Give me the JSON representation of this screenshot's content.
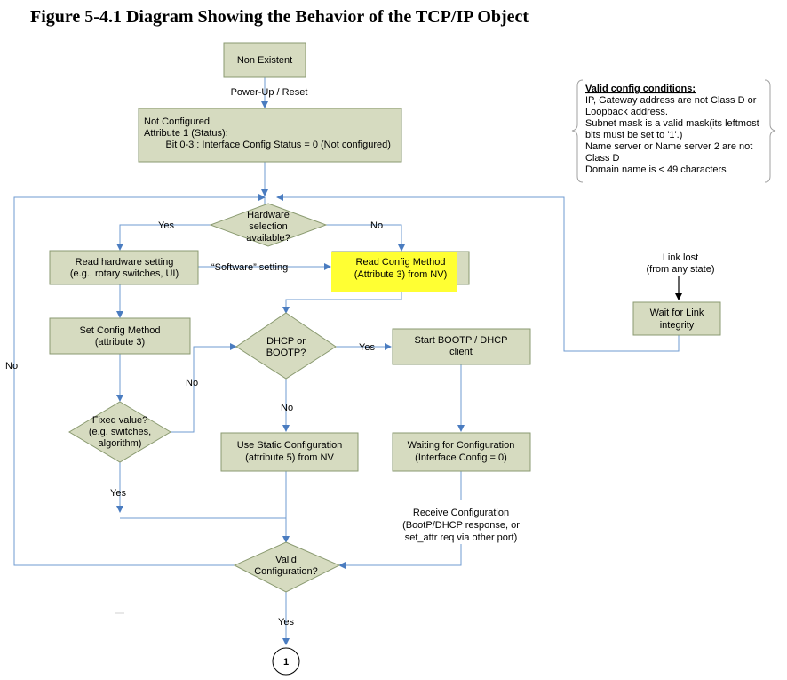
{
  "title": "Figure 5-4.1 Diagram Showing the Behavior of the TCP/IP Object",
  "nodes": {
    "non_existent": [
      "Non Existent"
    ],
    "not_configured": [
      "Not Configured",
      "Attribute 1 (Status):",
      "        Bit 0-3 : Interface Config Status = 0 (Not configured)"
    ],
    "hw_selection": [
      "Hardware",
      "selection",
      "available?"
    ],
    "read_hw": [
      "Read hardware setting",
      "(e.g., rotary switches, UI)"
    ],
    "read_config": [
      "Read Config Method",
      "(Attribute 3) from NV)"
    ],
    "set_config": [
      "Set Config Method",
      "(attribute 3)"
    ],
    "dhcp_bootp": [
      "DHCP or",
      "BOOTP?"
    ],
    "start_bootp": [
      "Start BOOTP / DHCP",
      "client"
    ],
    "fixed_value": [
      "Fixed value?",
      "(e.g. switches,",
      "algorithm)"
    ],
    "static_config": [
      "Use Static Configuration",
      "(attribute 5) from NV"
    ],
    "waiting_config": [
      "Waiting for Configuration",
      "(Interface Config = 0)"
    ],
    "valid_config": [
      "Valid",
      "Configuration?"
    ],
    "wait_link": [
      "Wait for Link",
      "integrity"
    ],
    "connector": [
      "1"
    ]
  },
  "labels": {
    "power_up": "Power-Up / Reset",
    "yes_hw": "Yes",
    "no_hw": "No",
    "software_setting": "“Software” setting",
    "yes_dhcp": "Yes",
    "no_dhcp": "No",
    "no_fixed": "No",
    "yes_fixed": "Yes",
    "no_left": "No",
    "yes_valid": "Yes",
    "link_lost": [
      "Link lost",
      "(from any state)"
    ],
    "receive_config": [
      "Receive Configuration",
      "(BootP/DHCP response, or",
      "set_attr req via other port)"
    ]
  },
  "note": {
    "heading": "Valid config conditions:",
    "lines": [
      "IP, Gateway address are not Class D or",
      "Loopback address.",
      "Subnet mask is a valid mask(its leftmost",
      "bits must be set to '1'.)",
      "Name server or Name server 2 are not",
      "Class D",
      "Domain name is < 49 characters"
    ]
  },
  "colors": {
    "box_fill": "#d6dbc0",
    "box_stroke": "#8a9a70",
    "connector_line": "#6f9bd1",
    "highlight": "#ffff33"
  }
}
